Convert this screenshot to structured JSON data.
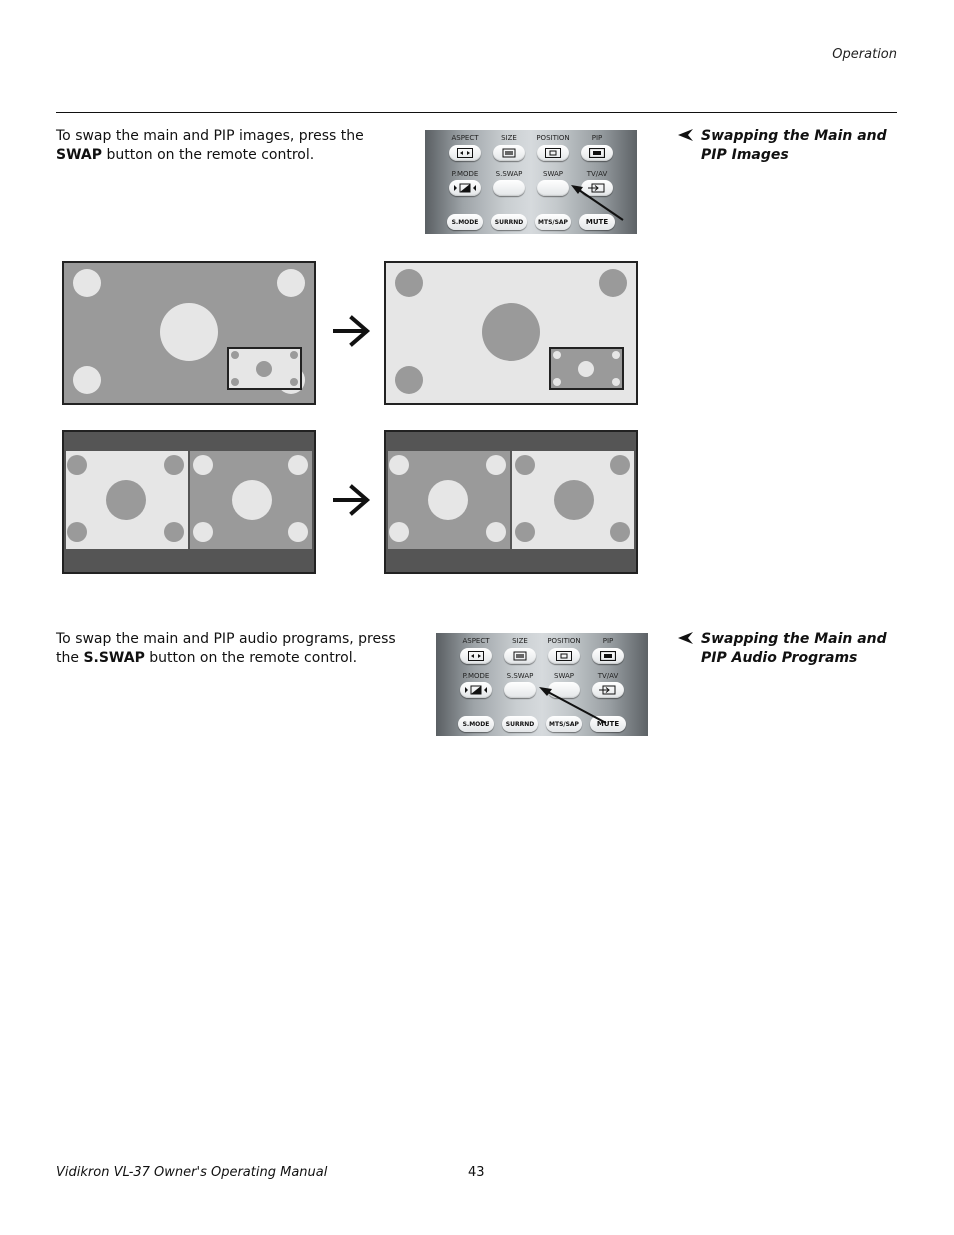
{
  "header": {
    "section": "Operation"
  },
  "swap_images": {
    "intro": "To swap the main and PIP images, press the",
    "key": "SWAP",
    "outro": "button on the remote control.",
    "heading": "Swapping the Main and PIP Images"
  },
  "swap_audio": {
    "intro": "To swap the main and PIP audio programs, press the",
    "key": "S.SWAP",
    "outro": "button on the remote control.",
    "heading": "Swapping the Main and PIP Audio Programs"
  },
  "remote": {
    "row1_labels": [
      "ASPECT",
      "SIZE",
      "POSITION",
      "PIP"
    ],
    "row2_labels": [
      "P.MODE",
      "S.SWAP",
      "SWAP",
      "TV/AV"
    ],
    "row3_buttons": [
      "S.MODE",
      "SURRND",
      "MTS/SAP",
      "MUTE"
    ]
  },
  "colors": {
    "screen_dark": "#9a9a9a",
    "screen_light": "#e6e6e6",
    "circle_light": "#e6e6e6",
    "circle_dark": "#9a9a9a",
    "band_dark": "#555555"
  },
  "footer": {
    "manual_title": "Vidikron VL-37 Owner's Operating Manual",
    "page_number": "43"
  }
}
